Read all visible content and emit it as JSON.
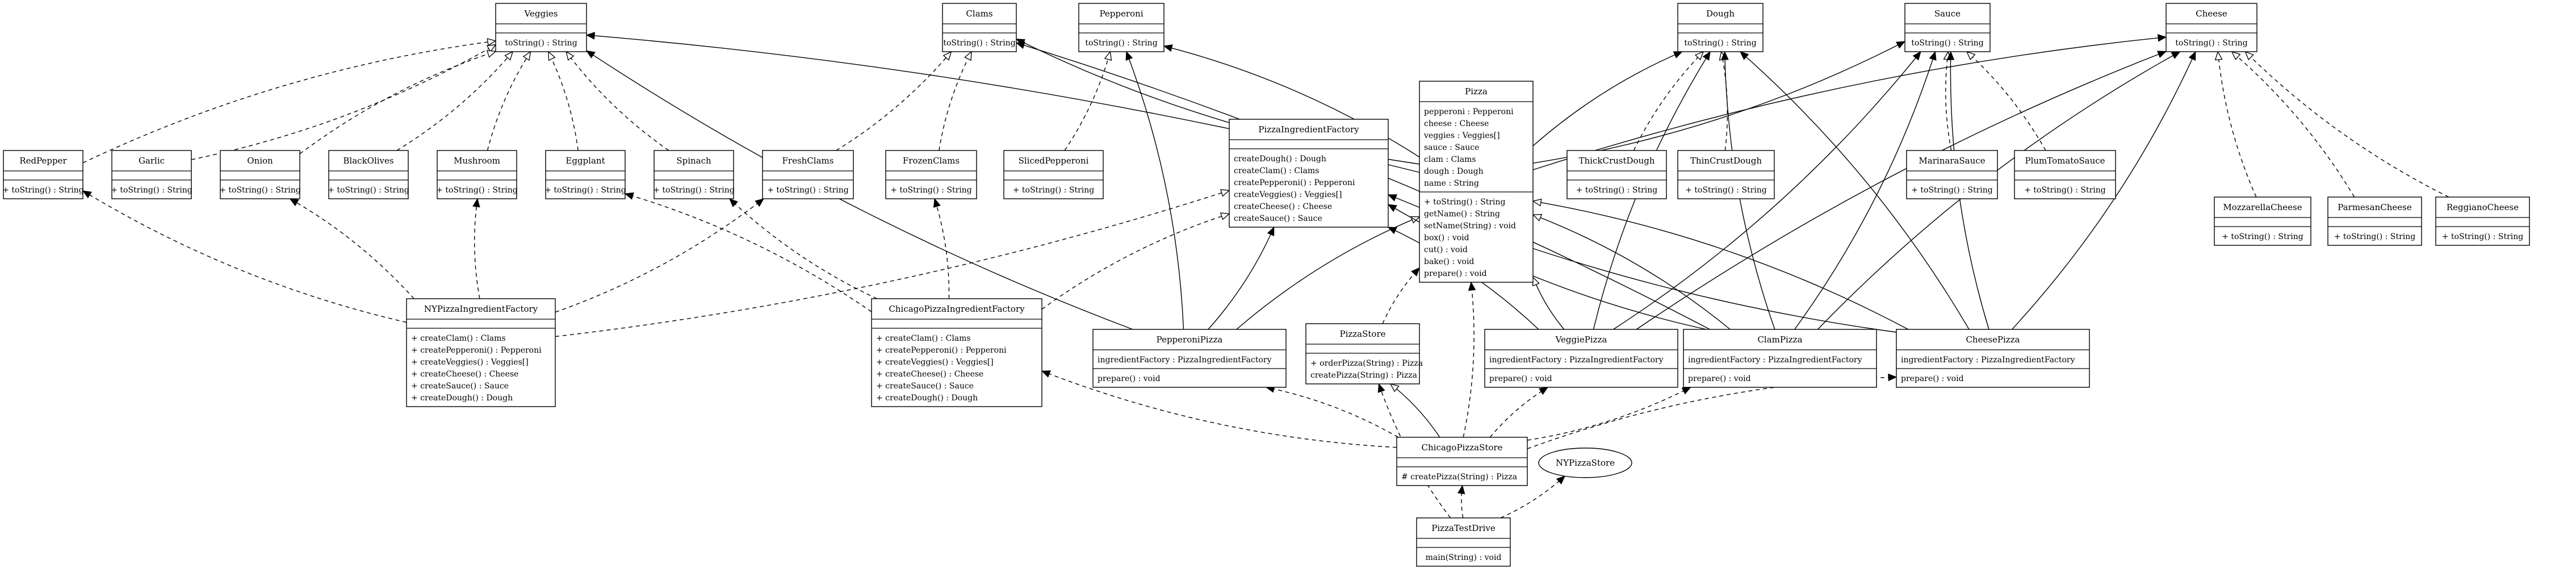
{
  "diagram": {
    "classes": [
      {
        "id": "Veggies",
        "name": "Veggies",
        "fields": [],
        "methods": [
          "toString() : String"
        ]
      },
      {
        "id": "Clams",
        "name": "Clams",
        "fields": [],
        "methods": [
          "toString() : String"
        ]
      },
      {
        "id": "Pepperoni",
        "name": "Pepperoni",
        "fields": [],
        "methods": [
          "toString() : String"
        ]
      },
      {
        "id": "Dough",
        "name": "Dough",
        "fields": [],
        "methods": [
          "toString() : String"
        ]
      },
      {
        "id": "Sauce",
        "name": "Sauce",
        "fields": [],
        "methods": [
          "toString() : String"
        ]
      },
      {
        "id": "Cheese",
        "name": "Cheese",
        "fields": [],
        "methods": [
          "toString() : String"
        ]
      },
      {
        "id": "RedPepper",
        "name": "RedPepper",
        "fields": [],
        "methods": [
          "+ toString() : String"
        ]
      },
      {
        "id": "Garlic",
        "name": "Garlic",
        "fields": [],
        "methods": [
          "+ toString() : String"
        ]
      },
      {
        "id": "Onion",
        "name": "Onion",
        "fields": [],
        "methods": [
          "+ toString() : String"
        ]
      },
      {
        "id": "BlackOlives",
        "name": "BlackOlives",
        "fields": [],
        "methods": [
          "+ toString() : String"
        ]
      },
      {
        "id": "Mushroom",
        "name": "Mushroom",
        "fields": [],
        "methods": [
          "+ toString() : String"
        ]
      },
      {
        "id": "Eggplant",
        "name": "Eggplant",
        "fields": [],
        "methods": [
          "+ toString() : String"
        ]
      },
      {
        "id": "Spinach",
        "name": "Spinach",
        "fields": [],
        "methods": [
          "+ toString() : String"
        ]
      },
      {
        "id": "FreshClams",
        "name": "FreshClams",
        "fields": [],
        "methods": [
          "+ toString() : String"
        ]
      },
      {
        "id": "FrozenClams",
        "name": "FrozenClams",
        "fields": [],
        "methods": [
          "+ toString() : String"
        ]
      },
      {
        "id": "SlicedPepperoni",
        "name": "SlicedPepperoni",
        "fields": [],
        "methods": [
          "+ toString() : String"
        ]
      },
      {
        "id": "PizzaIngredientFactory",
        "name": "PizzaIngredientFactory",
        "fields": [],
        "methods": [
          "createDough() : Dough",
          "createClam() : Clams",
          "createPepperoni() : Pepperoni",
          "createVeggies() : Veggies[]",
          "createCheese() : Cheese",
          "createSauce() : Sauce"
        ]
      },
      {
        "id": "Pizza",
        "name": "Pizza",
        "fields": [
          "pepperoni : Pepperoni",
          "cheese : Cheese",
          "veggies : Veggies[]",
          "sauce : Sauce",
          "clam : Clams",
          "dough : Dough",
          "name : String"
        ],
        "methods": [
          "+ toString() : String",
          "getName() : String",
          "setName(String) : void",
          "box() : void",
          "cut() : void",
          "bake() : void",
          "prepare() : void"
        ]
      },
      {
        "id": "ThickCrustDough",
        "name": "ThickCrustDough",
        "fields": [],
        "methods": [
          "+ toString() : String"
        ]
      },
      {
        "id": "ThinCrustDough",
        "name": "ThinCrustDough",
        "fields": [],
        "methods": [
          "+ toString() : String"
        ]
      },
      {
        "id": "MarinaraSauce",
        "name": "MarinaraSauce",
        "fields": [],
        "methods": [
          "+ toString() : String"
        ]
      },
      {
        "id": "PlumTomatoSauce",
        "name": "PlumTomatoSauce",
        "fields": [],
        "methods": [
          "+ toString() : String"
        ]
      },
      {
        "id": "MozzarellaCheese",
        "name": "MozzarellaCheese",
        "fields": [],
        "methods": [
          "+ toString() : String"
        ]
      },
      {
        "id": "ParmesanCheese",
        "name": "ParmesanCheese",
        "fields": [],
        "methods": [
          "+ toString() : String"
        ]
      },
      {
        "id": "ReggianoCheese",
        "name": "ReggianoCheese",
        "fields": [],
        "methods": [
          "+ toString() : String"
        ]
      },
      {
        "id": "NYPizzaIngredientFactory",
        "name": "NYPizzaIngredientFactory",
        "fields": [],
        "methods": [
          "+ createClam() : Clams",
          "+ createPepperoni() : Pepperoni",
          "+ createVeggies() : Veggies[]",
          "+ createCheese() : Cheese",
          "+ createSauce() : Sauce",
          "+ createDough() : Dough"
        ]
      },
      {
        "id": "ChicagoPizzaIngredientFactory",
        "name": "ChicagoPizzaIngredientFactory",
        "fields": [],
        "methods": [
          "+ createClam() : Clams",
          "+ createPepperoni() : Pepperoni",
          "+ createVeggies() : Veggies[]",
          "+ createCheese() : Cheese",
          "+ createSauce() : Sauce",
          "+ createDough() : Dough"
        ]
      },
      {
        "id": "PepperoniPizza",
        "name": "PepperoniPizza",
        "fields": [
          "ingredientFactory : PizzaIngredientFactory"
        ],
        "methods": [
          "prepare() : void"
        ]
      },
      {
        "id": "PizzaStore",
        "name": "PizzaStore",
        "fields": [],
        "methods": [
          "+ orderPizza(String) : Pizza",
          "createPizza(String) : Pizza"
        ]
      },
      {
        "id": "VeggiePizza",
        "name": "VeggiePizza",
        "fields": [
          "ingredientFactory : PizzaIngredientFactory"
        ],
        "methods": [
          "prepare() : void"
        ]
      },
      {
        "id": "ClamPizza",
        "name": "ClamPizza",
        "fields": [
          "ingredientFactory : PizzaIngredientFactory"
        ],
        "methods": [
          "prepare() : void"
        ]
      },
      {
        "id": "CheesePizza",
        "name": "CheesePizza",
        "fields": [
          "ingredientFactory : PizzaIngredientFactory"
        ],
        "methods": [
          "prepare() : void"
        ]
      },
      {
        "id": "ChicagoPizzaStore",
        "name": "ChicagoPizzaStore",
        "fields": [],
        "methods": [
          "# createPizza(String) : Pizza"
        ]
      },
      {
        "id": "PizzaTestDrive",
        "name": "PizzaTestDrive",
        "fields": [],
        "methods": [
          "main(String) : void"
        ]
      }
    ],
    "notes": [
      {
        "id": "NYPizzaStore",
        "name": "NYPizzaStore"
      }
    ],
    "relations": [
      {
        "from": "RedPepper",
        "to": "Veggies",
        "kind": "realization"
      },
      {
        "from": "Garlic",
        "to": "Veggies",
        "kind": "realization"
      },
      {
        "from": "Onion",
        "to": "Veggies",
        "kind": "realization"
      },
      {
        "from": "BlackOlives",
        "to": "Veggies",
        "kind": "realization"
      },
      {
        "from": "Mushroom",
        "to": "Veggies",
        "kind": "realization"
      },
      {
        "from": "Eggplant",
        "to": "Veggies",
        "kind": "realization"
      },
      {
        "from": "Spinach",
        "to": "Veggies",
        "kind": "realization"
      },
      {
        "from": "FreshClams",
        "to": "Clams",
        "kind": "realization"
      },
      {
        "from": "FrozenClams",
        "to": "Clams",
        "kind": "realization"
      },
      {
        "from": "SlicedPepperoni",
        "to": "Pepperoni",
        "kind": "realization"
      },
      {
        "from": "ThickCrustDough",
        "to": "Dough",
        "kind": "realization"
      },
      {
        "from": "ThinCrustDough",
        "to": "Dough",
        "kind": "realization"
      },
      {
        "from": "MarinaraSauce",
        "to": "Sauce",
        "kind": "realization"
      },
      {
        "from": "PlumTomatoSauce",
        "to": "Sauce",
        "kind": "realization"
      },
      {
        "from": "MozzarellaCheese",
        "to": "Cheese",
        "kind": "realization"
      },
      {
        "from": "ParmesanCheese",
        "to": "Cheese",
        "kind": "realization"
      },
      {
        "from": "ReggianoCheese",
        "to": "Cheese",
        "kind": "realization"
      },
      {
        "from": "Pizza",
        "to": "Veggies",
        "kind": "association"
      },
      {
        "from": "Pizza",
        "to": "Clams",
        "kind": "association"
      },
      {
        "from": "Pizza",
        "to": "Pepperoni",
        "kind": "association"
      },
      {
        "from": "Pizza",
        "to": "Dough",
        "kind": "association"
      },
      {
        "from": "Pizza",
        "to": "Sauce",
        "kind": "association"
      },
      {
        "from": "Pizza",
        "to": "Cheese",
        "kind": "association"
      },
      {
        "from": "NYPizzaIngredientFactory",
        "to": "PizzaIngredientFactory",
        "kind": "realization"
      },
      {
        "from": "NYPizzaIngredientFactory",
        "to": "RedPepper",
        "kind": "dependency"
      },
      {
        "from": "NYPizzaIngredientFactory",
        "to": "Onion",
        "kind": "dependency"
      },
      {
        "from": "NYPizzaIngredientFactory",
        "to": "Mushroom",
        "kind": "dependency"
      },
      {
        "from": "NYPizzaIngredientFactory",
        "to": "FreshClams",
        "kind": "dependency"
      },
      {
        "from": "ChicagoPizzaIngredientFactory",
        "to": "PizzaIngredientFactory",
        "kind": "realization"
      },
      {
        "from": "ChicagoPizzaIngredientFactory",
        "to": "Eggplant",
        "kind": "dependency"
      },
      {
        "from": "ChicagoPizzaIngredientFactory",
        "to": "Spinach",
        "kind": "dependency"
      },
      {
        "from": "ChicagoPizzaIngredientFactory",
        "to": "FrozenClams",
        "kind": "dependency"
      },
      {
        "from": "PepperoniPizza",
        "to": "Pizza",
        "kind": "generalization"
      },
      {
        "from": "PepperoniPizza",
        "to": "PizzaIngredientFactory",
        "kind": "association"
      },
      {
        "from": "PepperoniPizza",
        "to": "Veggies",
        "kind": "association"
      },
      {
        "from": "PepperoniPizza",
        "to": "Pepperoni",
        "kind": "association"
      },
      {
        "from": "VeggiePizza",
        "to": "Pizza",
        "kind": "generalization"
      },
      {
        "from": "VeggiePizza",
        "to": "PizzaIngredientFactory",
        "kind": "association"
      },
      {
        "from": "VeggiePizza",
        "to": "Dough",
        "kind": "association"
      },
      {
        "from": "VeggiePizza",
        "to": "Sauce",
        "kind": "association"
      },
      {
        "from": "VeggiePizza",
        "to": "Cheese",
        "kind": "association"
      },
      {
        "from": "ClamPizza",
        "to": "Pizza",
        "kind": "generalization"
      },
      {
        "from": "ClamPizza",
        "to": "PizzaIngredientFactory",
        "kind": "association"
      },
      {
        "from": "ClamPizza",
        "to": "Clams",
        "kind": "association"
      },
      {
        "from": "ClamPizza",
        "to": "Dough",
        "kind": "association"
      },
      {
        "from": "ClamPizza",
        "to": "Sauce",
        "kind": "association"
      },
      {
        "from": "ClamPizza",
        "to": "Cheese",
        "kind": "association"
      },
      {
        "from": "CheesePizza",
        "to": "Pizza",
        "kind": "generalization"
      },
      {
        "from": "CheesePizza",
        "to": "PizzaIngredientFactory",
        "kind": "association"
      },
      {
        "from": "CheesePizza",
        "to": "Dough",
        "kind": "association"
      },
      {
        "from": "CheesePizza",
        "to": "Sauce",
        "kind": "association"
      },
      {
        "from": "CheesePizza",
        "to": "Cheese",
        "kind": "association"
      },
      {
        "from": "PizzaStore",
        "to": "Pizza",
        "kind": "dependency"
      },
      {
        "from": "ChicagoPizzaStore",
        "to": "PizzaStore",
        "kind": "generalization"
      },
      {
        "from": "ChicagoPizzaStore",
        "to": "ChicagoPizzaIngredientFactory",
        "kind": "dependency"
      },
      {
        "from": "ChicagoPizzaStore",
        "to": "PepperoniPizza",
        "kind": "dependency"
      },
      {
        "from": "ChicagoPizzaStore",
        "to": "VeggiePizza",
        "kind": "dependency"
      },
      {
        "from": "ChicagoPizzaStore",
        "to": "ClamPizza",
        "kind": "dependency"
      },
      {
        "from": "ChicagoPizzaStore",
        "to": "CheesePizza",
        "kind": "dependency"
      },
      {
        "from": "ChicagoPizzaStore",
        "to": "Pizza",
        "kind": "dependency"
      },
      {
        "from": "PizzaTestDrive",
        "to": "ChicagoPizzaStore",
        "kind": "dependency"
      },
      {
        "from": "PizzaTestDrive",
        "to": "NYPizzaStore",
        "kind": "dependency"
      },
      {
        "from": "PizzaTestDrive",
        "to": "PizzaStore",
        "kind": "dependency"
      }
    ]
  }
}
